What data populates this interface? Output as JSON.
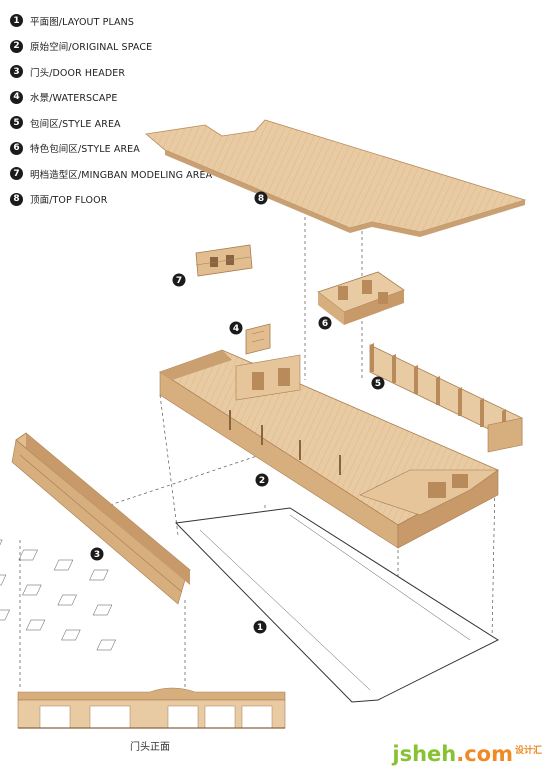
{
  "legend": [
    {
      "num": "1",
      "label": "平面图/LAYOUT PLANS"
    },
    {
      "num": "2",
      "label": "原始空间/ORIGINAL SPACE"
    },
    {
      "num": "3",
      "label": "门头/DOOR HEADER"
    },
    {
      "num": "4",
      "label": "水景/WATERSCAPE"
    },
    {
      "num": "5",
      "label": "包间区/STYLE AREA"
    },
    {
      "num": "6",
      "label": "特色包间区/STYLE AREA"
    },
    {
      "num": "7",
      "label": "明档造型区/MINGBAN MODELING AREA"
    },
    {
      "num": "8",
      "label": "顶面/TOP FLOOR"
    }
  ],
  "badges": {
    "top_floor": "8",
    "mingdang": "7",
    "waterscape": "4",
    "feature_room": "6",
    "style_rooms": "5",
    "original_space": "2",
    "door_header": "3",
    "layout_plan": "1"
  },
  "caption": "门头正面",
  "watermark": {
    "main": "jsheh",
    "dot": ".com",
    "cn": "设计汇"
  },
  "colors": {
    "wood_light": "#e9cba3",
    "wood_mid": "#d7ae7e",
    "wood_dark": "#b98a5a",
    "badge": "#1b1b1b"
  }
}
